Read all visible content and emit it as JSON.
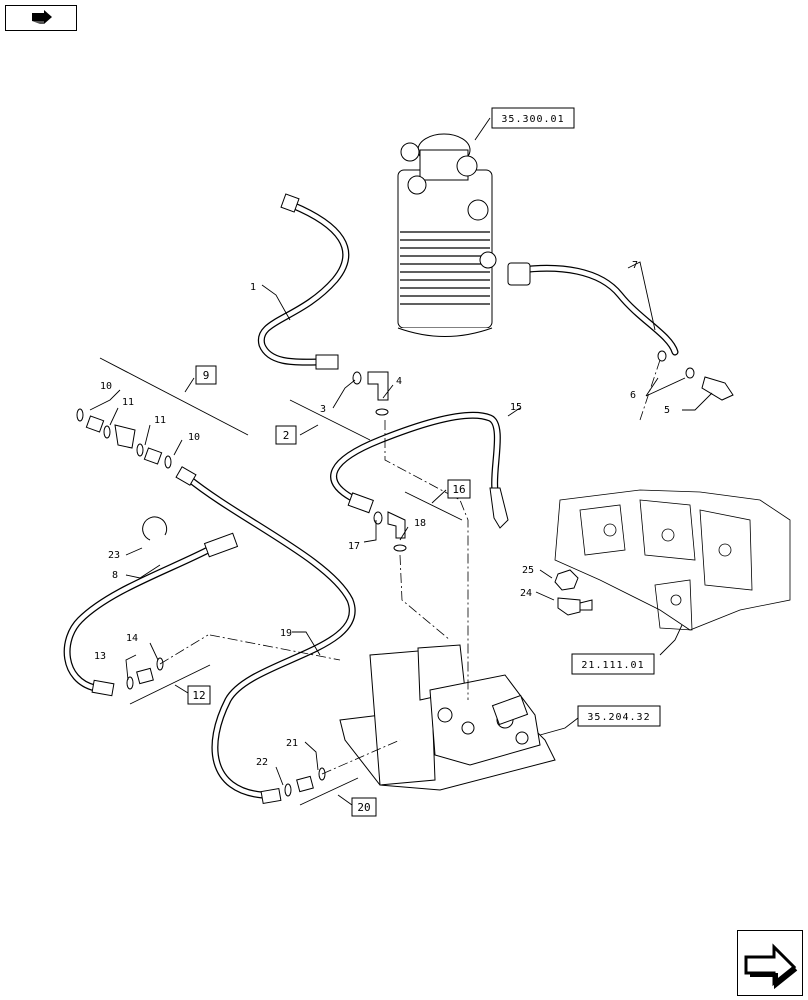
{
  "nav": {
    "prev_icon": "arrow-left-icon",
    "next_icon": "arrow-right-icon"
  },
  "references": {
    "ref_top": "35.300.01",
    "ref_mid": "21.111.01",
    "ref_bottom": "35.204.32"
  },
  "group_boxes": {
    "g2": "2",
    "g9": "9",
    "g12": "12",
    "g16": "16",
    "g20": "20"
  },
  "callouts": {
    "c1": "1",
    "c3": "3",
    "c4": "4",
    "c5": "5",
    "c6": "6",
    "c7": "7",
    "c8": "8",
    "c10a": "10",
    "c10b": "10",
    "c11a": "11",
    "c11b": "11",
    "c13": "13",
    "c14": "14",
    "c15": "15",
    "c17": "17",
    "c18": "18",
    "c19": "19",
    "c21": "21",
    "c22": "22",
    "c23": "23",
    "c24": "24",
    "c25": "25"
  }
}
